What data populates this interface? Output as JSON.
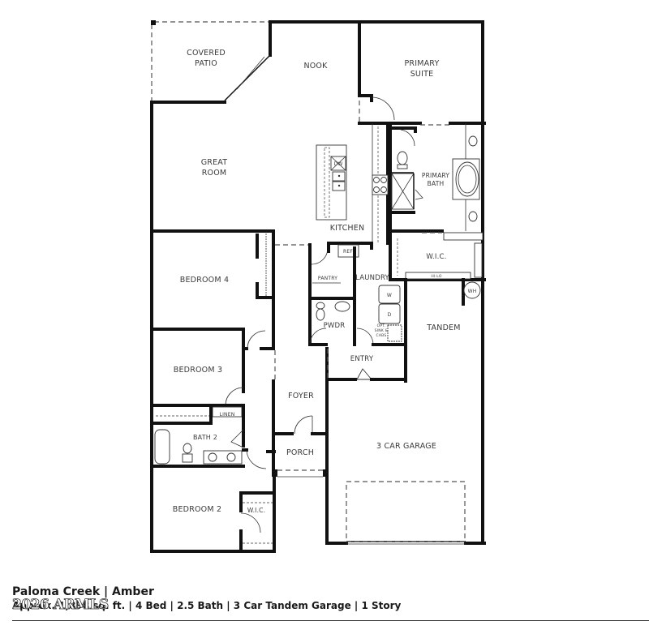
{
  "floorplan": {
    "rooms": [
      {
        "id": "covered-patio",
        "label": "COVERED",
        "label2": "PATIO"
      },
      {
        "id": "nook",
        "label": "NOOK"
      },
      {
        "id": "primary-suite",
        "label": "PRIMARY",
        "label2": "SUITE"
      },
      {
        "id": "great-room",
        "label": "GREAT",
        "label2": "ROOM"
      },
      {
        "id": "primary-bath",
        "label": "PRIMARY",
        "label2": "BATH"
      },
      {
        "id": "kitchen",
        "label": "KITCHEN"
      },
      {
        "id": "ref",
        "label": "REF"
      },
      {
        "id": "wic-primary",
        "label": "W.I.C."
      },
      {
        "id": "hi-lo",
        "label": "HI-LO"
      },
      {
        "id": "bedroom-4",
        "label": "BEDROOM 4"
      },
      {
        "id": "pantry",
        "label": "PANTRY"
      },
      {
        "id": "laundry",
        "label": "LAUNDRY"
      },
      {
        "id": "washer",
        "label": "W"
      },
      {
        "id": "dryer",
        "label": "D"
      },
      {
        "id": "water-heater",
        "label": "WH"
      },
      {
        "id": "pwdr",
        "label": "PWDR"
      },
      {
        "id": "opt-sink",
        "label": "OPT.",
        "label2": "SINK &",
        "label3": "CABS"
      },
      {
        "id": "tandem",
        "label": "TANDEM"
      },
      {
        "id": "bedroom-3",
        "label": "BEDROOM 3"
      },
      {
        "id": "entry",
        "label": "ENTRY"
      },
      {
        "id": "foyer",
        "label": "FOYER"
      },
      {
        "id": "linen",
        "label": "LINEN"
      },
      {
        "id": "bath-2",
        "label": "BATH 2"
      },
      {
        "id": "porch",
        "label": "PORCH"
      },
      {
        "id": "three-car-garage",
        "label": "3 CAR GARAGE"
      },
      {
        "id": "bedroom-2",
        "label": "BEDROOM 2"
      },
      {
        "id": "wic-bed2",
        "label": "W.I.C."
      },
      {
        "id": "dw",
        "label": "DW"
      }
    ]
  },
  "footer": {
    "title": "Paloma Creek | Amber",
    "specs": "Approx. 1,898 sq. ft. | 4 Bed | 2.5 Bath | 3 Car Tandem Garage | 1 Story",
    "watermark": "2026 ARMLS"
  }
}
